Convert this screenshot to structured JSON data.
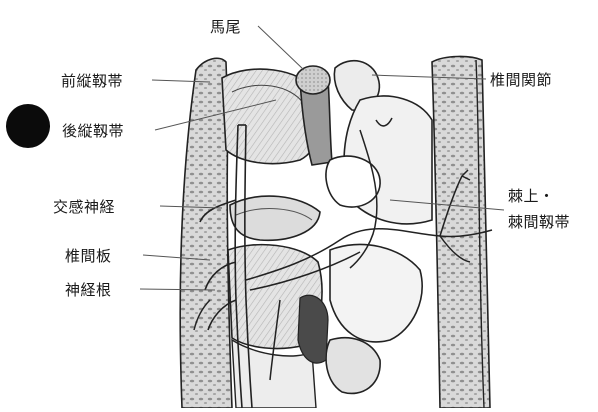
{
  "labels": {
    "bachi": "馬尾",
    "zenju": "前縦靱帯",
    "kouju": "後縦靱帯",
    "kokan": "交感神経",
    "tsuikanban": "椎間板",
    "shinkeikon": "神経根",
    "tsuikankansetsu": "椎間関節",
    "kyoku_line1": "棘上・",
    "kyoku_line2": "棘間靱帯"
  },
  "colors": {
    "ink": "#1f1f1f",
    "shade_dark": "#8a8a8a",
    "shade_mid": "#bdbdbd",
    "shade_light": "#dedede",
    "paper": "#ffffff"
  }
}
